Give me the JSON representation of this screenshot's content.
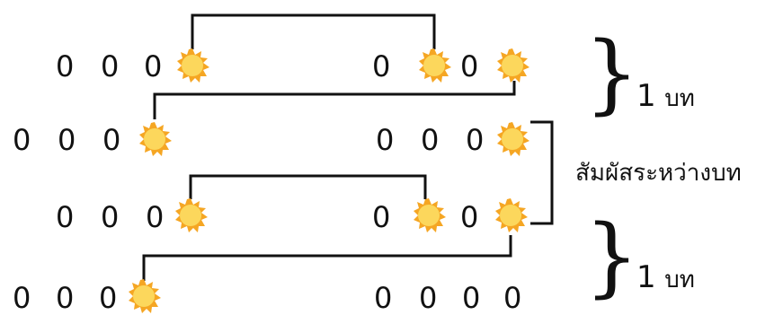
{
  "rows": [
    {
      "left": [
        "0",
        "0",
        "0"
      ],
      "right": [
        "0",
        "sun",
        "0",
        "sun"
      ]
    },
    {
      "left": [
        "0",
        "0",
        "0"
      ],
      "right": [
        "0",
        "0",
        "0",
        "sun"
      ]
    },
    {
      "left": [
        "0",
        "0",
        "0"
      ],
      "right": [
        "0",
        "sun",
        "0",
        "sun"
      ]
    },
    {
      "left": [
        "0",
        "0",
        "0"
      ],
      "right": [
        "0",
        "0",
        "0",
        "0"
      ]
    }
  ],
  "digit": "0",
  "labels": {
    "stanza_top_number": "1",
    "stanza_top_unit": "บท",
    "between": "สัมผัสระหว่างบท",
    "stanza_bottom_number": "1",
    "stanza_bottom_unit": "บท"
  },
  "colors": {
    "sun_outer": "#f5a623",
    "sun_inner": "#fcd75c",
    "line": "#111111",
    "text": "#111111"
  },
  "icons": {
    "rhyme_marker": "sun-icon"
  }
}
